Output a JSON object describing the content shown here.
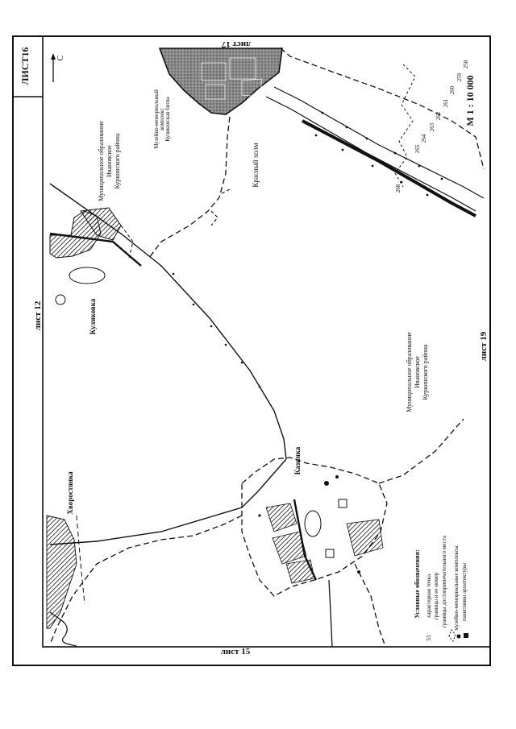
{
  "sheet": {
    "title": "ЛИСТ16",
    "north": "С",
    "scale": "М 1 : 10 000",
    "neighbor_top": "лист 12",
    "neighbor_bottom": "лист 19",
    "neighbor_left": "лист 15",
    "neighbor_right": "лист 17"
  },
  "places": {
    "khvorostyanka": "Хворостянка",
    "kulikovka": "Куликовка",
    "kazinka": "Казинка",
    "krasny_kholm": "Красный холм"
  },
  "municipalities": {
    "upper": [
      "Муниципальное образование",
      "Ивановское",
      "Куркинского района"
    ],
    "lower": [
      "Муниципальное образование",
      "Ивановское",
      "Куркинского района"
    ]
  },
  "museum_label": [
    "Музейно-мемориальный",
    "комплекс",
    "Куликовская битва"
  ],
  "legend": {
    "title": "Условные обозначения:",
    "items": [
      "характерная точка",
      "границы и ее номер",
      "границы достопримечательного места",
      "музейно-мемориальные комплексы",
      "памятники архитектуры"
    ],
    "point_number": "53"
  },
  "boundary_points": [
    "268",
    "265",
    "264",
    "263",
    "262",
    "261",
    "260",
    "259",
    "258"
  ]
}
